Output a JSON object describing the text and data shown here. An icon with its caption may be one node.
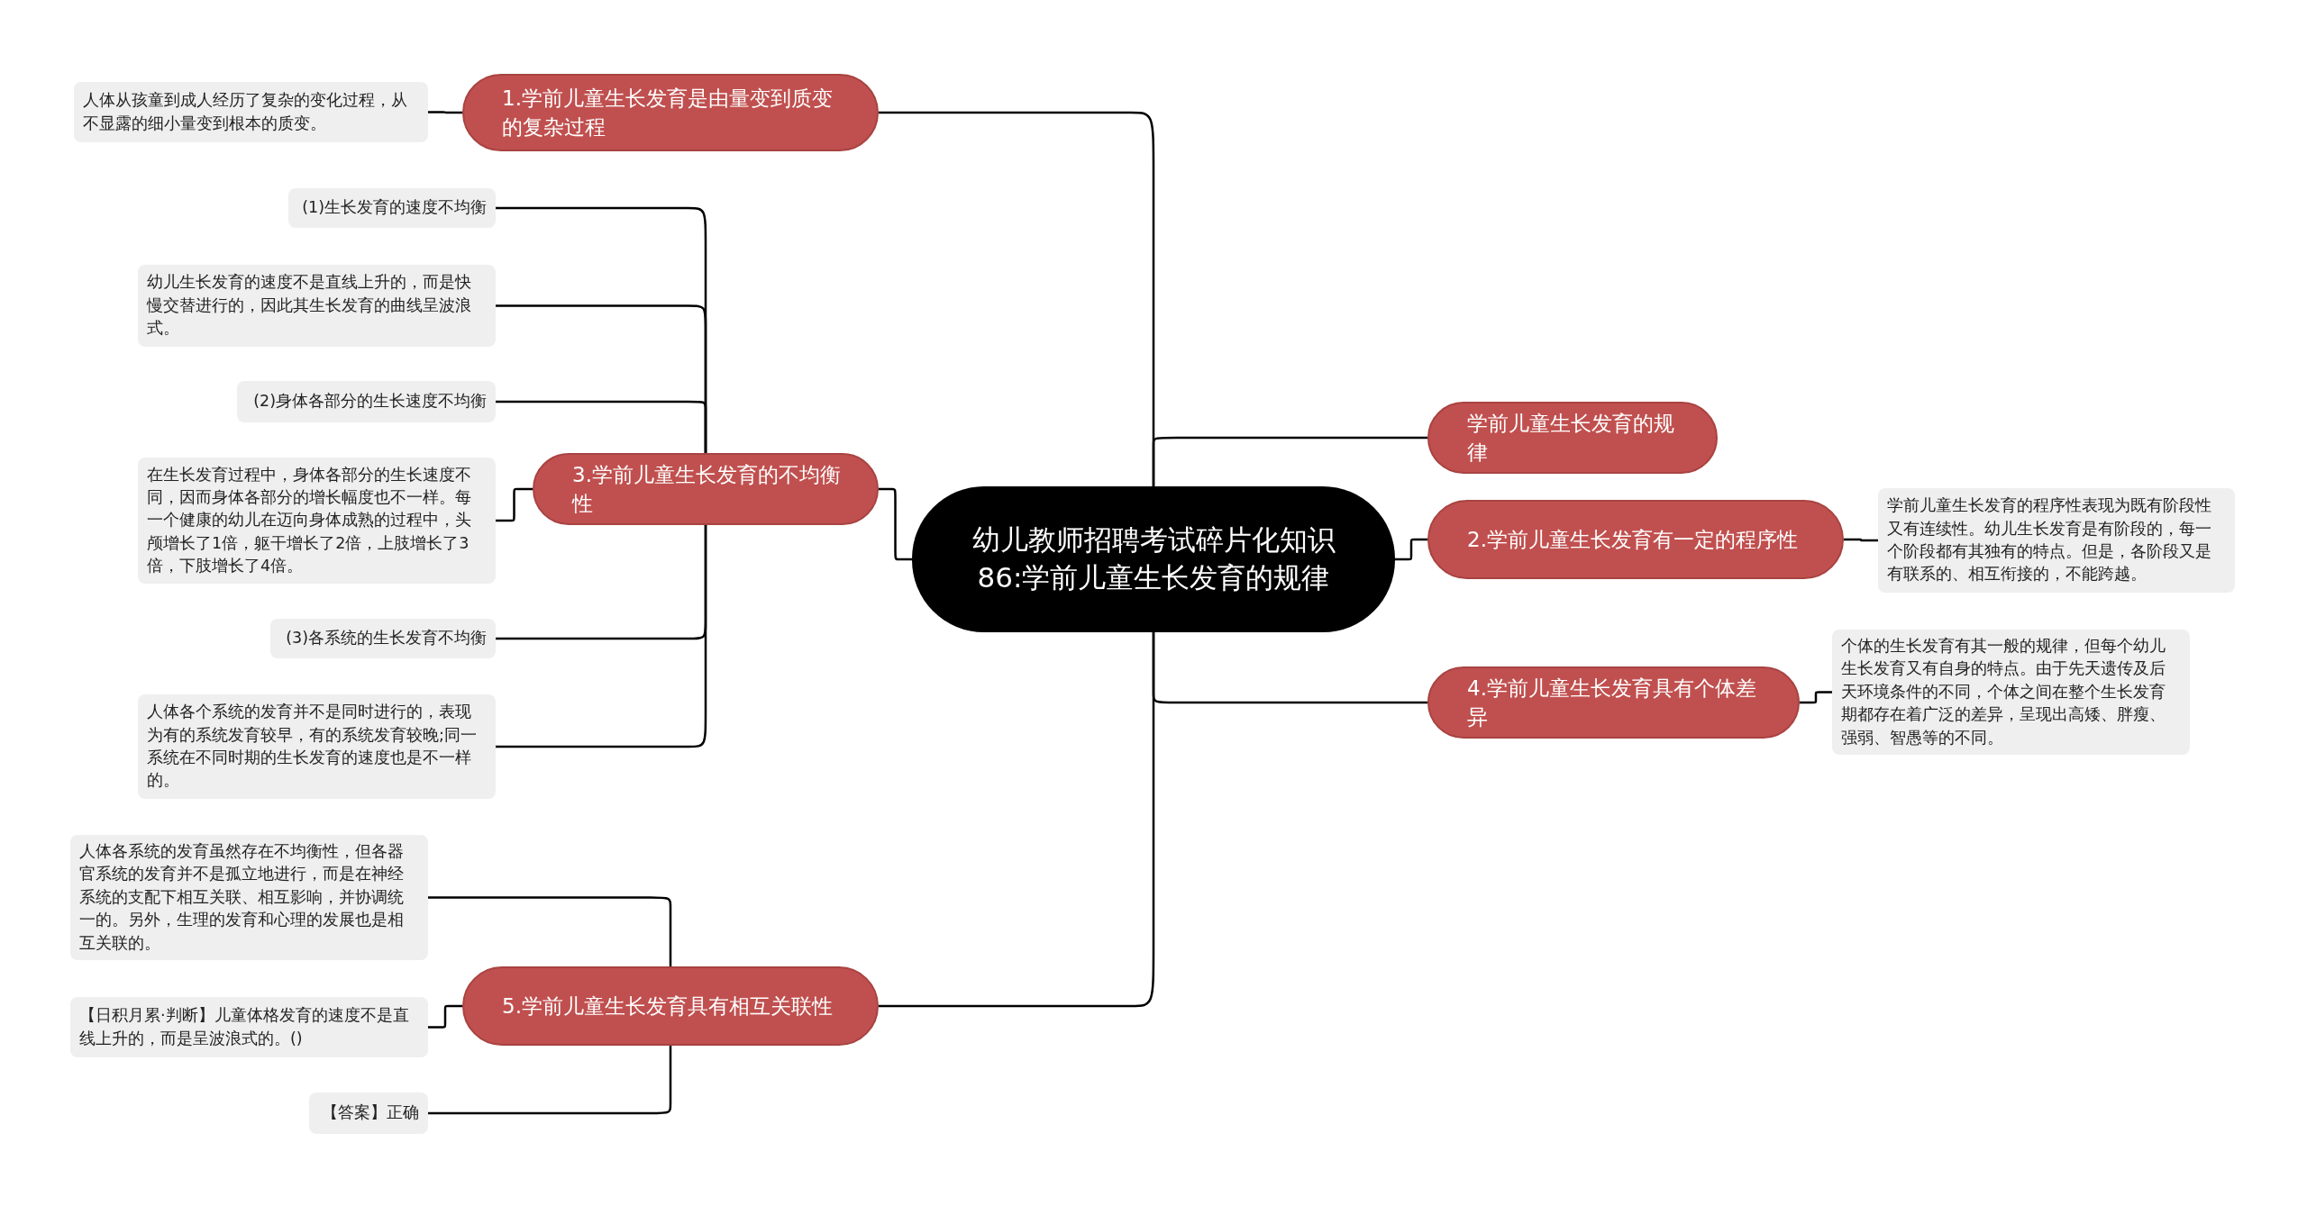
{
  "diagram": {
    "nodes": [
      {
        "text": [
          "幼儿教师招聘考试碎片化知识86:学前儿童生长发育的规律"
        ]
      },
      {
        "text": [
          "1.学前儿童生长发育是由量变到质变的复杂过程"
        ]
      },
      {
        "text": [
          "人体从孩童到成人经历了复杂的变化过程，从不显露的细小量变到根本的质变。"
        ]
      },
      {
        "text": [
          "3.学前儿童生长发育的不均衡性"
        ]
      },
      {
        "text": [
          "(1)生长发育的速度不均衡"
        ]
      },
      {
        "text": [
          "幼儿生长发育的速度不是直线上升的，而是快慢交替进行的，因此其生长发育的曲线呈波浪式。"
        ]
      },
      {
        "text": [
          "(2)身体各部分的生长速度不均衡"
        ]
      },
      {
        "text": [
          "在生长发育过程中，身体各部分的生长速度不同，因而身体各部分的增长幅度也不一样。每一个健康的幼儿在迈向身体成熟的过程中，头颅增长了1倍，躯干增长了2倍，上肢增长了3倍，下肢增长了4倍。"
        ]
      },
      {
        "text": [
          "(3)各系统的生长发育不均衡"
        ]
      },
      {
        "text": [
          "人体各个系统的发育并不是同时进行的，表现为有的系统发育较早，有的系统发育较晚;同一系统在不同时期的生长发育的速度也是不一样的。"
        ]
      },
      {
        "text": [
          "5.学前儿童生长发育具有相互关联性"
        ]
      },
      {
        "text": [
          "人体各系统的发育虽然存在不均衡性，但各器官系统的发育并不是孤立地进行，而是在神经系统的支配下相互关联、相互影响，并协调统一的。另外，生理的发育和心理的发展也是相互关联的。"
        ]
      },
      {
        "text": [
          "【日积月累·判断】儿童体格发育的速度不是直线上升的，而是呈波浪式的。()"
        ]
      },
      {
        "text": [
          "【答案】正确"
        ]
      },
      {
        "text": [
          "学前儿童生长发育的规律"
        ]
      },
      {
        "text": [
          "2.学前儿童生长发育有一定的程序性"
        ]
      },
      {
        "text": [
          "学前儿童生长发育的程序性表现为既有阶段性又有连续性。幼儿生长发育是有阶段的，每一个阶段都有其独有的特点。但是，各阶段又是有联系的、相互衔接的，不能跨越。"
        ]
      },
      {
        "text": [
          "4.学前儿童生长发育具有个体差异"
        ]
      },
      {
        "text": [
          "个体的生长发育有其一般的规律，但每个幼儿生长发育又有自身的特点。由于先天遗传及后天环境条件的不同，个体之间在整个生长发育期都存在着广泛的差异，呈现出高矮、胖瘦、强弱、智愚等的不同。"
        ]
      }
    ],
    "edges": [
      {
        "from": 0,
        "to": 1,
        "arrow": "none"
      },
      {
        "from": 1,
        "to": 2,
        "arrow": "none"
      },
      {
        "from": 0,
        "to": 3,
        "arrow": "none"
      },
      {
        "from": 3,
        "to": 4,
        "arrow": "none"
      },
      {
        "from": 3,
        "to": 5,
        "arrow": "none"
      },
      {
        "from": 3,
        "to": 6,
        "arrow": "none"
      },
      {
        "from": 3,
        "to": 7,
        "arrow": "none"
      },
      {
        "from": 3,
        "to": 8,
        "arrow": "none"
      },
      {
        "from": 3,
        "to": 9,
        "arrow": "none"
      },
      {
        "from": 0,
        "to": 10,
        "arrow": "none"
      },
      {
        "from": 10,
        "to": 11,
        "arrow": "none"
      },
      {
        "from": 10,
        "to": 12,
        "arrow": "none"
      },
      {
        "from": 10,
        "to": 13,
        "arrow": "none"
      },
      {
        "from": 0,
        "to": 14,
        "arrow": "none"
      },
      {
        "from": 0,
        "to": 15,
        "arrow": "none"
      },
      {
        "from": 15,
        "to": 16,
        "arrow": "none"
      },
      {
        "from": 0,
        "to": 17,
        "arrow": "none"
      },
      {
        "from": 17,
        "to": 18,
        "arrow": "none"
      }
    ]
  }
}
